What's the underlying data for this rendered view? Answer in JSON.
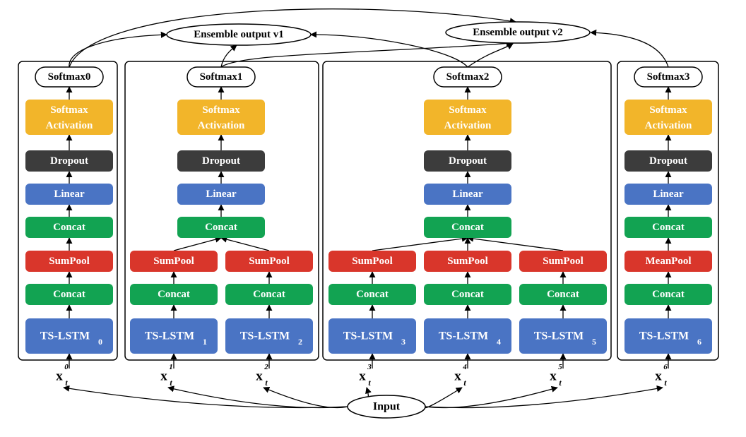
{
  "ensemble_outputs": [
    {
      "label": "Ensemble output v1"
    },
    {
      "label": "Ensemble output v2"
    }
  ],
  "input": {
    "label": "Input"
  },
  "panels": [
    {
      "softmax": "Softmax0",
      "activation": [
        "Softmax",
        "Activation"
      ],
      "dropout": "Dropout",
      "linear": "Linear",
      "concat": "Concat",
      "branches": [
        {
          "pool": "SumPool",
          "concat": "Concat",
          "lstm": "TS-LSTM",
          "lstm_sub": "0",
          "x_sup": "0"
        }
      ]
    },
    {
      "softmax": "Softmax1",
      "activation": [
        "Softmax",
        "Activation"
      ],
      "dropout": "Dropout",
      "linear": "Linear",
      "concat": "Concat",
      "branches": [
        {
          "pool": "SumPool",
          "concat": "Concat",
          "lstm": "TS-LSTM",
          "lstm_sub": "1",
          "x_sup": "1"
        },
        {
          "pool": "SumPool",
          "concat": "Concat",
          "lstm": "TS-LSTM",
          "lstm_sub": "2",
          "x_sup": "2"
        }
      ]
    },
    {
      "softmax": "Softmax2",
      "activation": [
        "Softmax",
        "Activation"
      ],
      "dropout": "Dropout",
      "linear": "Linear",
      "concat": "Concat",
      "branches": [
        {
          "pool": "SumPool",
          "concat": "Concat",
          "lstm": "TS-LSTM",
          "lstm_sub": "3",
          "x_sup": "3"
        },
        {
          "pool": "SumPool",
          "concat": "Concat",
          "lstm": "TS-LSTM",
          "lstm_sub": "4",
          "x_sup": "4"
        },
        {
          "pool": "SumPool",
          "concat": "Concat",
          "lstm": "TS-LSTM",
          "lstm_sub": "5",
          "x_sup": "5"
        }
      ]
    },
    {
      "softmax": "Softmax3",
      "activation": [
        "Softmax",
        "Activation"
      ],
      "dropout": "Dropout",
      "linear": "Linear",
      "concat": "Concat",
      "branches": [
        {
          "pool": "MeanPool",
          "concat": "Concat",
          "lstm": "TS-LSTM",
          "lstm_sub": "6",
          "x_sup": "6"
        }
      ]
    }
  ],
  "x_symbol": "x",
  "x_subscript": "t",
  "colors": {
    "activation": "#f2b52a",
    "dropout": "#3c3c3c",
    "linear": "#4a74c4",
    "concat": "#12a352",
    "pool": "#d9362b",
    "lstm": "#4a74c4",
    "line": "#000000"
  }
}
